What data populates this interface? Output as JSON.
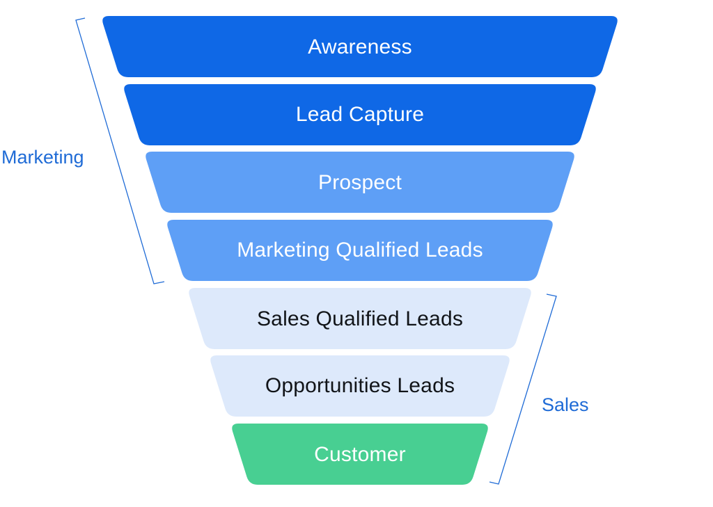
{
  "stages": [
    {
      "label": "Awareness",
      "fill": "#0f68e6",
      "text_color": "#ffffff"
    },
    {
      "label": "Lead Capture",
      "fill": "#0f68e6",
      "text_color": "#ffffff"
    },
    {
      "label": "Prospect",
      "fill": "#5e9ff6",
      "text_color": "#ffffff"
    },
    {
      "label": "Marketing Qualified Leads",
      "fill": "#5e9ff6",
      "text_color": "#ffffff"
    },
    {
      "label": "Sales Qualified Leads",
      "fill": "#dde9fb",
      "text_color": "#111418"
    },
    {
      "label": "Opportunities Leads",
      "fill": "#dde9fb",
      "text_color": "#111418"
    },
    {
      "label": "Customer",
      "fill": "#48cf92",
      "text_color": "#ffffff"
    }
  ],
  "groups": {
    "marketing": {
      "label": "Marketing",
      "color": "#1f6bd6"
    },
    "sales": {
      "label": "Sales",
      "color": "#1f6bd6"
    }
  }
}
